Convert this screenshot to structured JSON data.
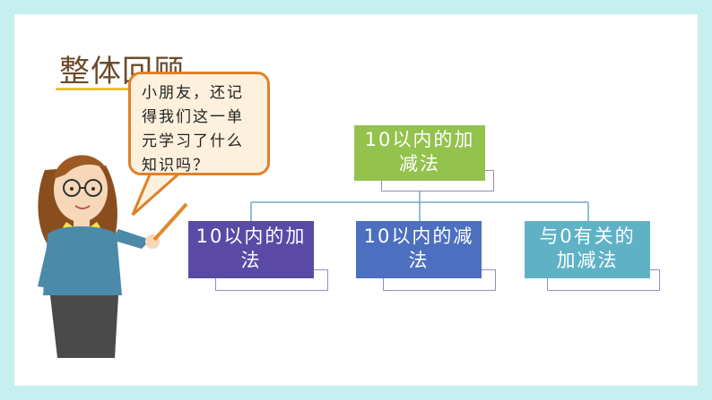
{
  "title": "整体回顾",
  "speech_bubble": {
    "text": "小朋友，还记\n得我们这一单\n元学习了什么\n知识吗？"
  },
  "diagram": {
    "root": {
      "label": "10以内的加\n减法"
    },
    "children": [
      {
        "label": "10以内的加\n法"
      },
      {
        "label": "10以内的减\n法"
      },
      {
        "label": "与0有关的\n加减法"
      }
    ]
  },
  "colors": {
    "frame": "#c6efef",
    "root_node": "#93c24d",
    "child_1": "#5a4aa6",
    "child_2": "#4d6fbf",
    "child_3": "#5fb2c6",
    "bubble_border": "#e0802a",
    "bubble_fill": "#fdf1dd",
    "title": "#6b4b2a"
  },
  "illustration": "teacher-with-pointer"
}
